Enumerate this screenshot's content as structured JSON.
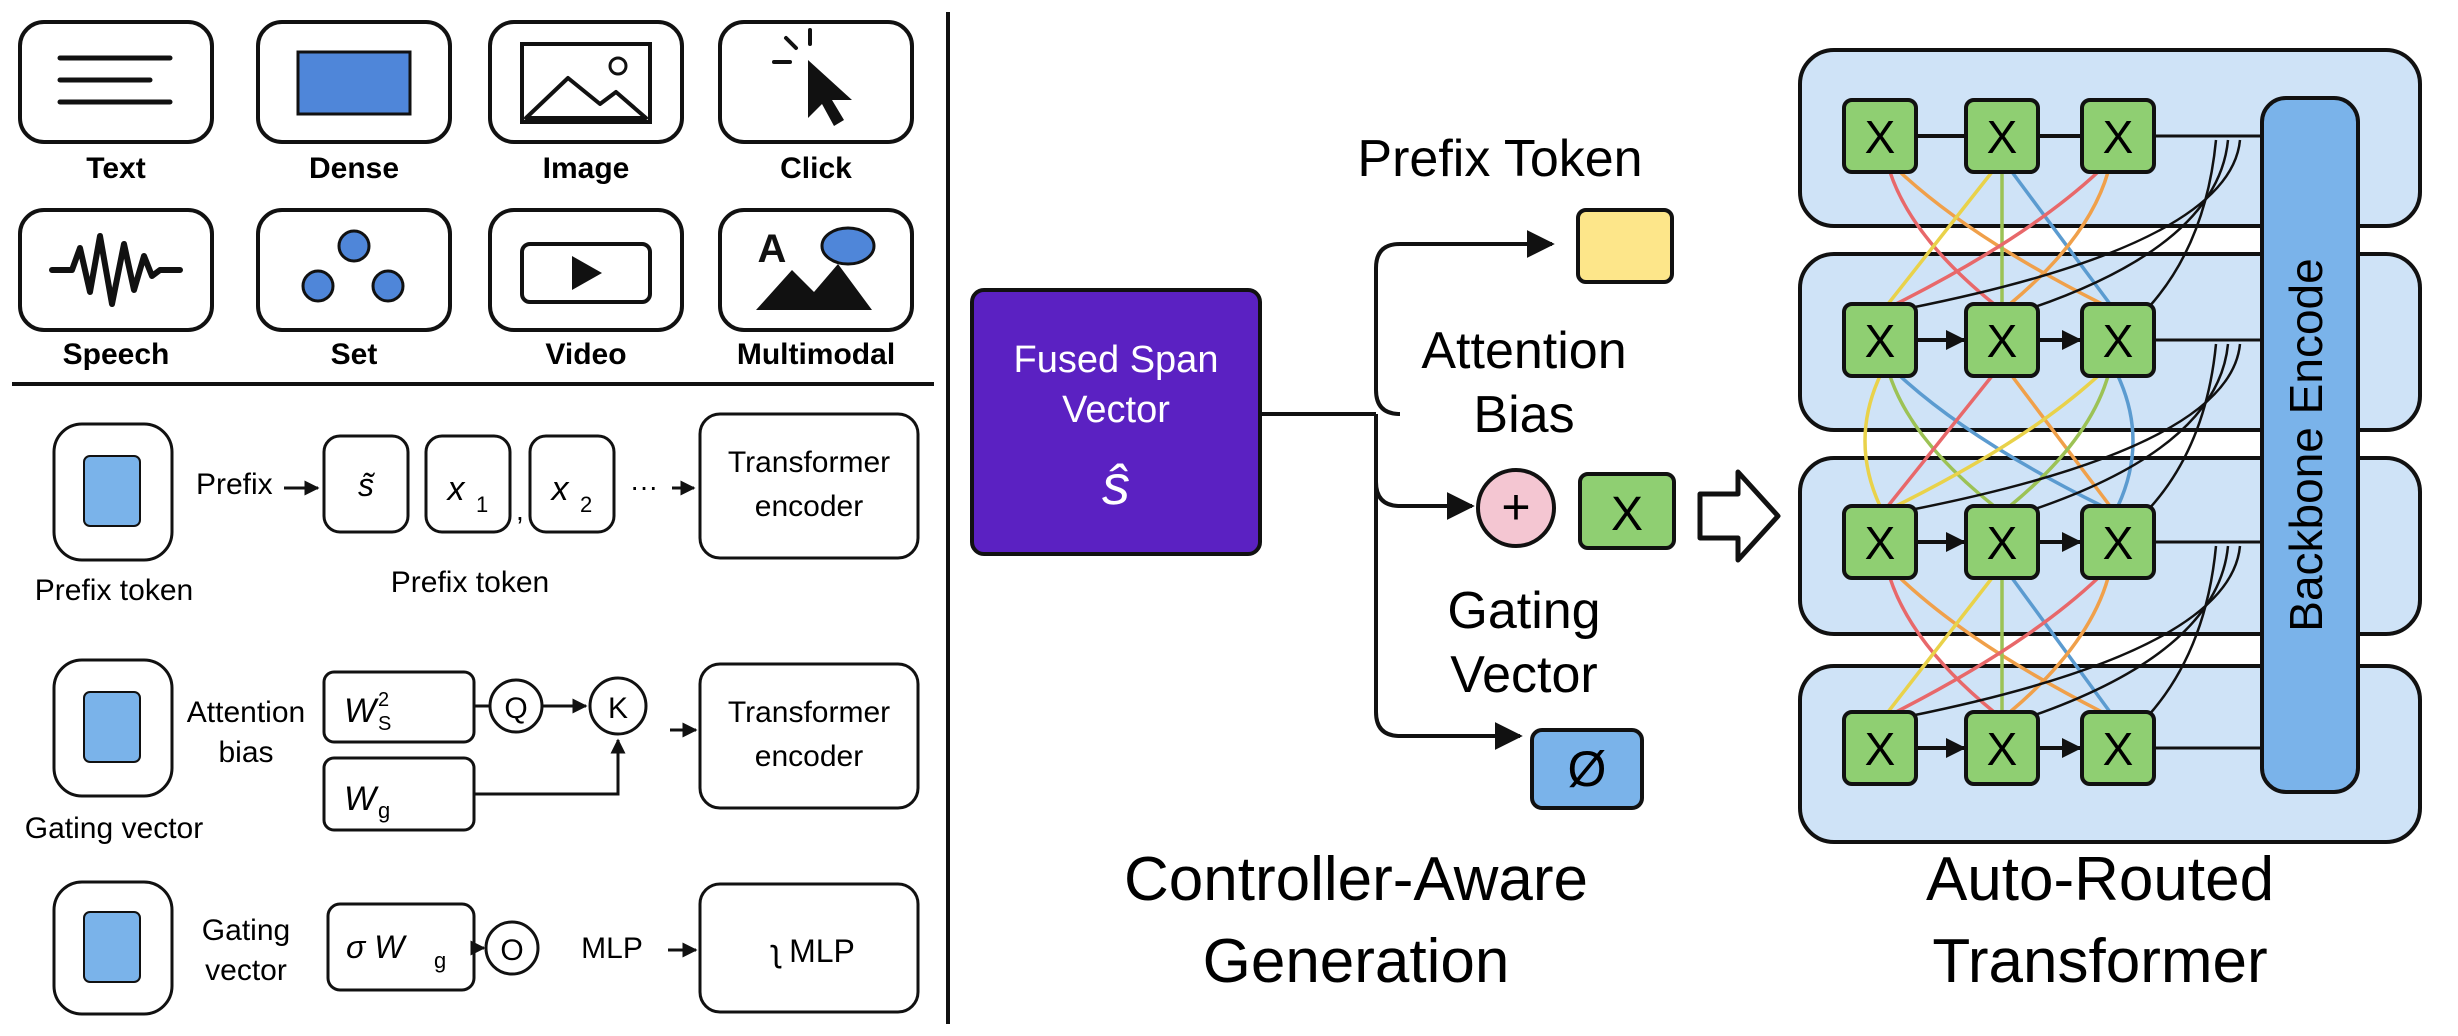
{
  "modalities": [
    {
      "icon": "text-lines-icon",
      "label": "Text"
    },
    {
      "icon": "dense-block-icon",
      "label": "Dense"
    },
    {
      "icon": "image-picture-icon",
      "label": "Image"
    },
    {
      "icon": "cursor-click-icon",
      "label": "Click"
    },
    {
      "icon": "waveform-icon",
      "label": "Speech"
    },
    {
      "icon": "dot-set-icon",
      "label": "Set"
    },
    {
      "icon": "video-play-icon",
      "label": "Video"
    },
    {
      "icon": "multimodal-icon",
      "label": "Multimodal"
    }
  ],
  "prefix_row": {
    "caption": "Prefix token",
    "prefix_label": "Prefix",
    "tokens": [
      "s̃",
      "x",
      "x"
    ],
    "token_subs": [
      "",
      "1",
      "2"
    ],
    "comma": ",",
    "ellipsis": "···",
    "sub_caption": "Prefix token",
    "encoder_line1": "Transformer",
    "encoder_line2": "encoder"
  },
  "attention_row": {
    "caption": "Gating vector",
    "label_line1": "Attention",
    "label_line2": "bias",
    "ws_main": "W",
    "ws_sub": "S",
    "ws_sup": "2",
    "wg_main": "W",
    "wg_sub": "g",
    "q": "Q",
    "k": "K",
    "encoder_line1": "Transformer",
    "encoder_line2": "encoder"
  },
  "gating_row": {
    "label_line1": "Gating",
    "label_line2": "vector",
    "sigma": "σ W",
    "sigma_sub": "g",
    "o": "O",
    "mlp_label": "MLP",
    "mlp_box": "MLP",
    "mlp_glyph": "ʅ"
  },
  "controller": {
    "fused_line1": "Fused Span",
    "fused_line2": "Vector",
    "fused_symbol": "ŝ",
    "prefix_token": "Prefix Token",
    "attention_line1": "Attention",
    "attention_line2": "Bias",
    "plus": "+",
    "x": "X",
    "gating_line1": "Gating",
    "gating_line2": "Vector",
    "phi": "Ø",
    "title_line1": "Controller-Aware",
    "title_line2": "Generation"
  },
  "transformer": {
    "node_label": "X",
    "backbone": "Backbone Encode",
    "title_line1": "Auto-Routed",
    "title_line2": "Transformer",
    "route_colors": [
      "#e8686a",
      "#f0a04a",
      "#e9d24a",
      "#9cc255",
      "#5b9bd0"
    ]
  },
  "colors": {
    "purple": "#5b21c2",
    "yellow": "#fde68a",
    "green": "#8fcf72",
    "blue_light": "#cfe3f7",
    "blue_mid": "#7ab3ea",
    "pink": "#f4c6d2"
  }
}
